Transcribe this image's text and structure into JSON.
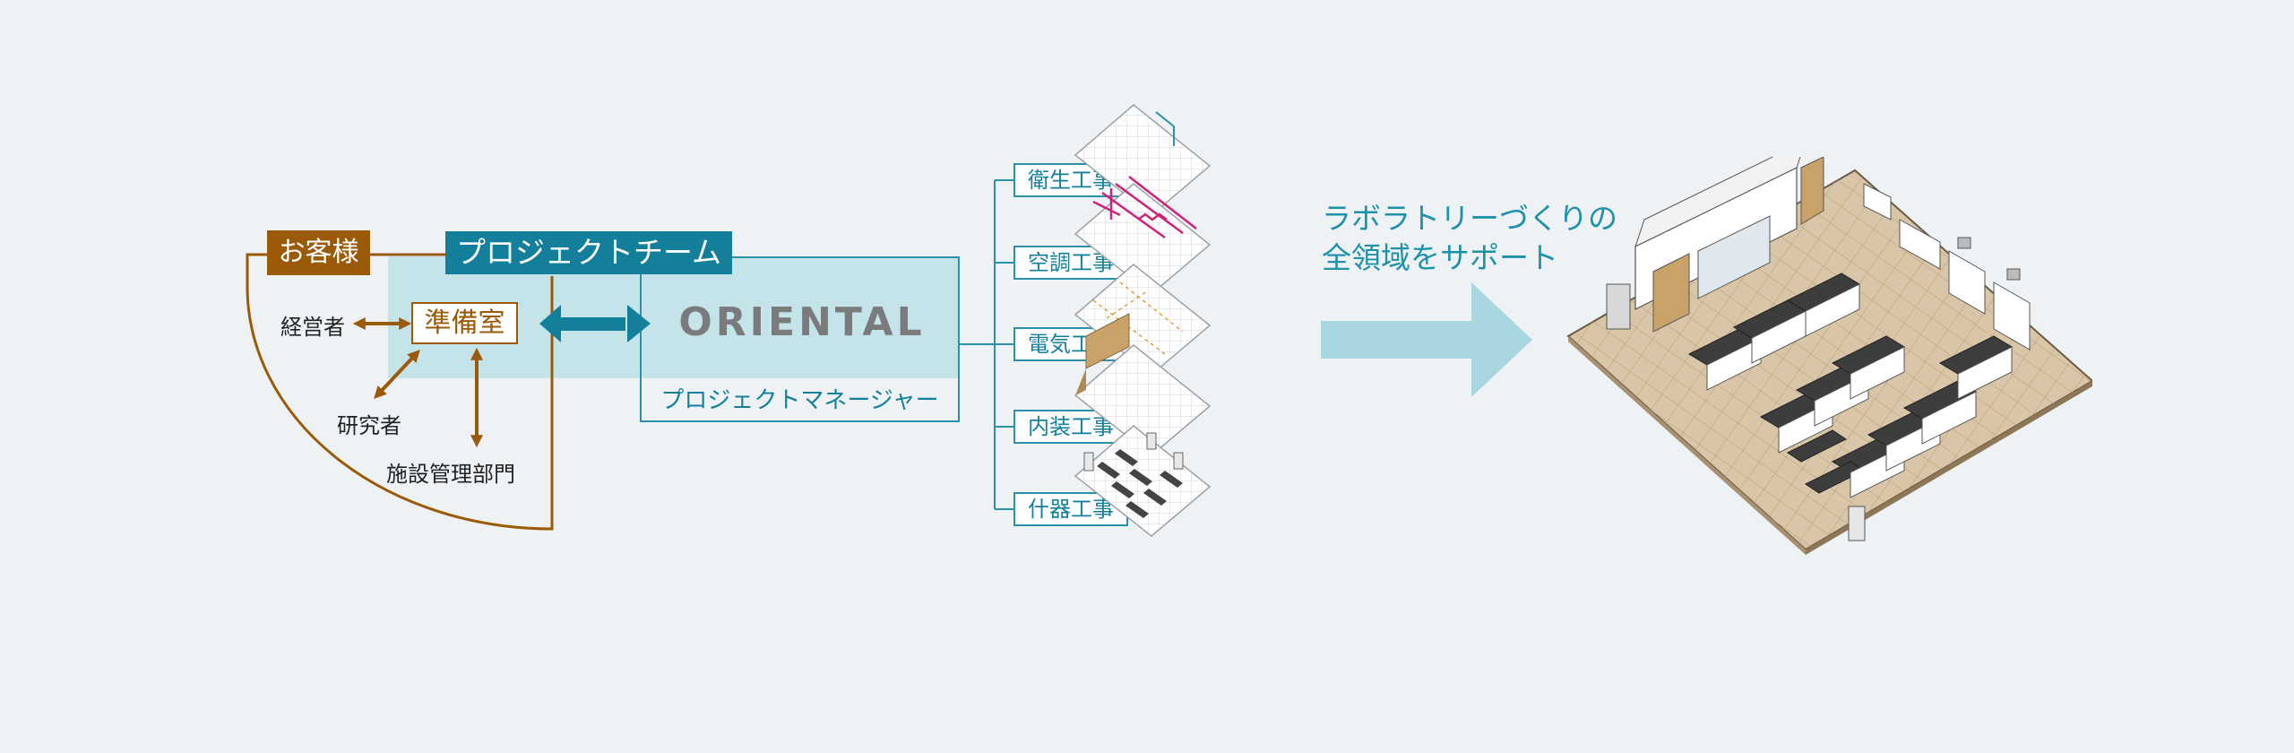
{
  "org": {
    "client_label": "お客様",
    "team_label": "プロジェクトチーム",
    "preparation_office": "準備室",
    "executive": "経営者",
    "researcher": "研究者",
    "facility_dept": "施設管理部門",
    "company_logo": "ORIENTAL",
    "project_manager": "プロジェクトマネージャー"
  },
  "trades": [
    "衛生工事",
    "空調工事",
    "電気工事",
    "内装工事",
    "什器工事"
  ],
  "slogan": {
    "line1": "ラボラトリーづくりの",
    "line2": "全領域をサポート"
  },
  "colors": {
    "client_brown": "#9b5a08",
    "team_teal": "#137f9a",
    "team_area": "#c4e4ea",
    "arrow_light": "#a9d7df",
    "floor": "#d9c6a8",
    "plumbing_magenta": "#d0227a"
  }
}
